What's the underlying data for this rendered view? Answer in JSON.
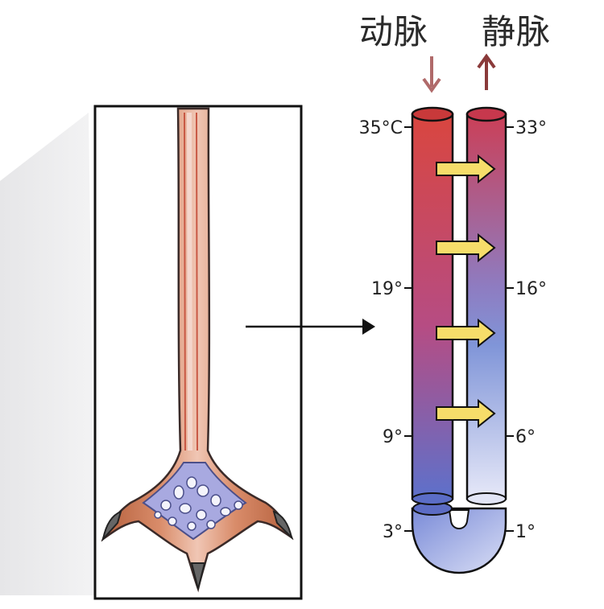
{
  "labels": {
    "artery": "动脉",
    "vein": "静脉"
  },
  "temperatures": {
    "artery": [
      "35°C",
      "19°",
      "9°",
      "3°"
    ],
    "vein": [
      "33°",
      "16°",
      "6°",
      "1°"
    ]
  },
  "colors": {
    "artery_warm": "#d64b45",
    "artery_cool": "#5b6fc8",
    "vein_warm": "#c94860",
    "vein_cool": "#e4e6f6",
    "heat_arrow": "#f6dd6a",
    "artery_flow_arrow": "#b06a6a",
    "vein_flow_arrow": "#8a3a3a"
  },
  "icons": [
    "bird-leg-illustration",
    "heat-exchange-arrow-icon",
    "down-arrow-icon",
    "up-arrow-icon",
    "pointer-arrow-icon"
  ]
}
